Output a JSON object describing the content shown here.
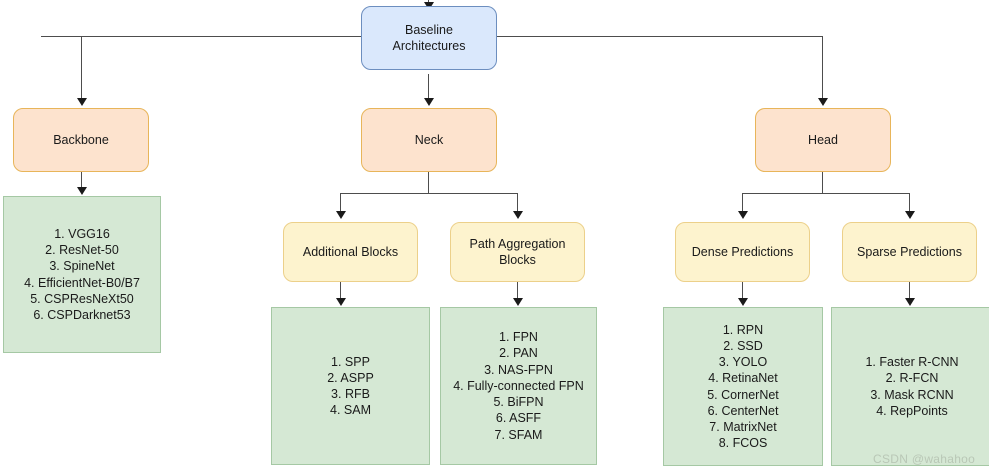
{
  "diagram": {
    "title": "Baseline Architectures taxonomy",
    "root": {
      "label": "Baseline\nArchitectures"
    },
    "branches": [
      {
        "name": "backbone",
        "label": "Backbone",
        "items_label": "1. VGG16\n2. ResNet-50\n3. SpineNet\n4. EfficientNet-B0/B7\n5. CSPResNeXt50\n6. CSPDarknet53",
        "items": [
          "1. VGG16",
          "2. ResNet-50",
          "3. SpineNet",
          "4. EfficientNet-B0/B7",
          "5. CSPResNeXt50",
          "6. CSPDarknet53"
        ]
      },
      {
        "name": "neck",
        "label": "Neck",
        "children": [
          {
            "name": "additional-blocks",
            "label": "Additional Blocks",
            "items_label": "1. SPP\n2. ASPP\n3. RFB\n4. SAM",
            "items": [
              "1. SPP",
              "2. ASPP",
              "3. RFB",
              "4. SAM"
            ]
          },
          {
            "name": "path-aggregation-blocks",
            "label": "Path Aggregation\nBlocks",
            "items_label": "1. FPN\n2. PAN\n3. NAS-FPN\n4. Fully-connected FPN\n5. BiFPN\n6. ASFF\n7. SFAM",
            "items": [
              "1. FPN",
              "2. PAN",
              "3. NAS-FPN",
              "4. Fully-connected FPN",
              "5. BiFPN",
              "6. ASFF",
              "7. SFAM"
            ]
          }
        ]
      },
      {
        "name": "head",
        "label": "Head",
        "children": [
          {
            "name": "dense-predictions",
            "label": "Dense Predictions",
            "items_label": "1. RPN\n2. SSD\n3. YOLO\n4. RetinaNet\n5. CornerNet\n6. CenterNet\n7. MatrixNet\n8. FCOS",
            "items": [
              "1. RPN",
              "2. SSD",
              "3. YOLO",
              "4. RetinaNet",
              "5. CornerNet",
              "6. CenterNet",
              "7. MatrixNet",
              "8. FCOS"
            ]
          },
          {
            "name": "sparse-predictions",
            "label": "Sparse Predictions",
            "items_label": "1. Faster R-CNN\n2. R-FCN\n3. Mask RCNN\n4. RepPoints",
            "items": [
              "1. Faster R-CNN",
              "2. R-FCN",
              "3. Mask RCNN",
              "4. RepPoints"
            ]
          }
        ]
      }
    ],
    "watermark": "CSDN @wahahoo",
    "colors": {
      "root_fill": "#dae8fc",
      "root_stroke": "#6c8ebf",
      "level1_fill": "#fde3ce",
      "level1_stroke": "#e8b55a",
      "level2_fill": "#fdf3ce",
      "level2_stroke": "#ecd08a",
      "leaf_fill": "#d5e8d4",
      "leaf_stroke": "#a5c8a4",
      "connector": "#4d4d4d",
      "watermark": "#b9c7b6"
    }
  }
}
